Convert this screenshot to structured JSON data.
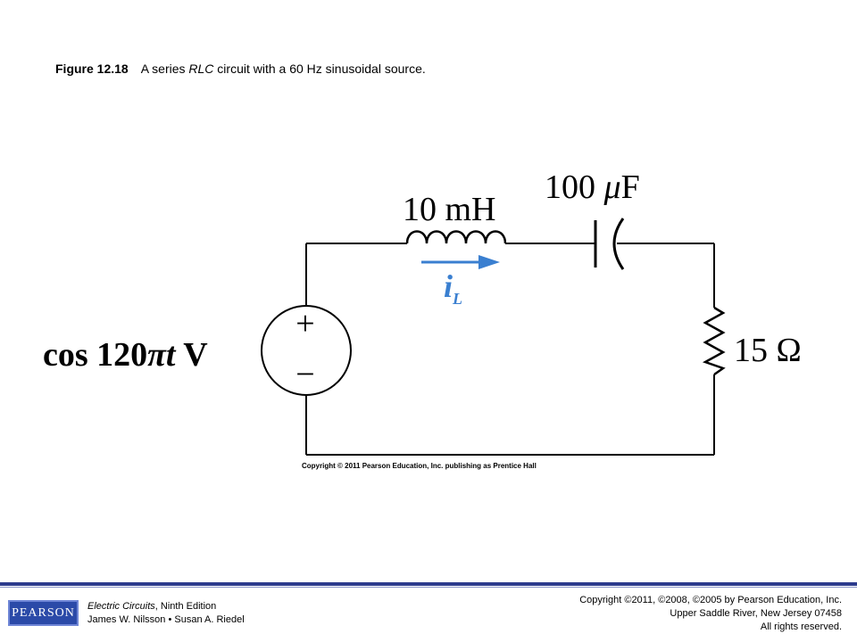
{
  "caption": {
    "figure_number": "Figure 12.18",
    "text_before": "A series ",
    "text_italic": "RLC",
    "text_after": " circuit with a 60 Hz sinusoidal source."
  },
  "circuit": {
    "source_label_prefix": "cos 120",
    "source_label_pi": "π",
    "source_label_t": "t",
    "source_label_unit": " V",
    "plus_sign": "+",
    "minus_sign": "−",
    "inductor_label": "10 mH",
    "capacitor_label_value": "100 ",
    "capacitor_label_mu": "μ",
    "capacitor_label_unit": "F",
    "resistor_label": "15 Ω",
    "current_label": "i",
    "current_subscript": "L",
    "current_arrow_color": "#3a7fd0"
  },
  "figure_copyright": "Copyright © 2011 Pearson Education, Inc. publishing as Prentice Hall",
  "footer": {
    "logo_text": "PEARSON",
    "book_title": "Electric Circuits",
    "book_edition": ", Ninth Edition",
    "authors": "James W. Nilsson • Susan A. Riedel",
    "copyright_line1": "Copyright ©2011, ©2008, ©2005 by Pearson Education, Inc.",
    "copyright_line2": "Upper Saddle River, New Jersey 07458",
    "copyright_line3": "All rights reserved."
  }
}
